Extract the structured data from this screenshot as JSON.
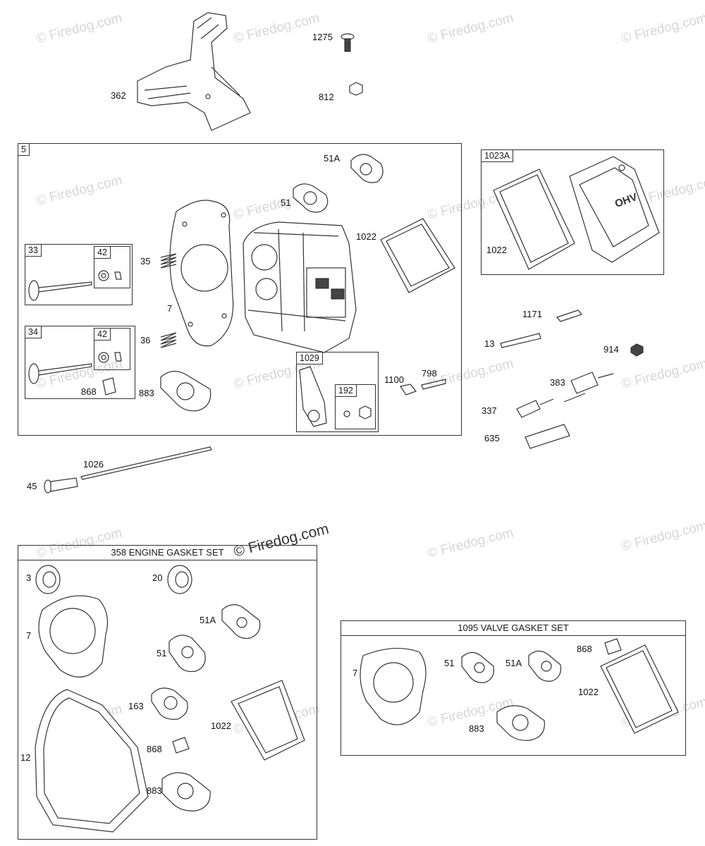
{
  "watermark": "© Firedog.com",
  "watermark_center": "© Firedog.com",
  "top_parts": {
    "p362": "362",
    "p1275": "1275",
    "p812": "812"
  },
  "assembly5": {
    "tag": "5",
    "p51A": "51A",
    "p51": "51",
    "p1022": "1022",
    "p35": "35",
    "p7": "7",
    "p36": "36",
    "p883": "883",
    "sub33": {
      "tag": "33",
      "sub42": "42"
    },
    "sub34": {
      "tag": "34",
      "sub42": "42",
      "p868": "868"
    },
    "sub1029": {
      "tag": "1029",
      "sub192": "192"
    }
  },
  "assembly1023A": {
    "tag": "1023A",
    "p1022": "1022",
    "cover_text": "OHV"
  },
  "right_parts": {
    "p1171": "1171",
    "p13": "13",
    "p914": "914",
    "p1100": "1100",
    "p798": "798",
    "p383": "383",
    "p337": "337",
    "p635": "635"
  },
  "pushrod": {
    "p1026": "1026",
    "p45": "45"
  },
  "kit358": {
    "title": "358 ENGINE GASKET SET",
    "p3": "3",
    "p20": "20",
    "p7": "7",
    "p51A": "51A",
    "p51": "51",
    "p163": "163",
    "p1022": "1022",
    "p12": "12",
    "p868": "868",
    "p883": "883"
  },
  "kit1095": {
    "title": "1095 VALVE GASKET SET",
    "p7": "7",
    "p51": "51",
    "p51A": "51A",
    "p868": "868",
    "p1022": "1022",
    "p883": "883"
  }
}
